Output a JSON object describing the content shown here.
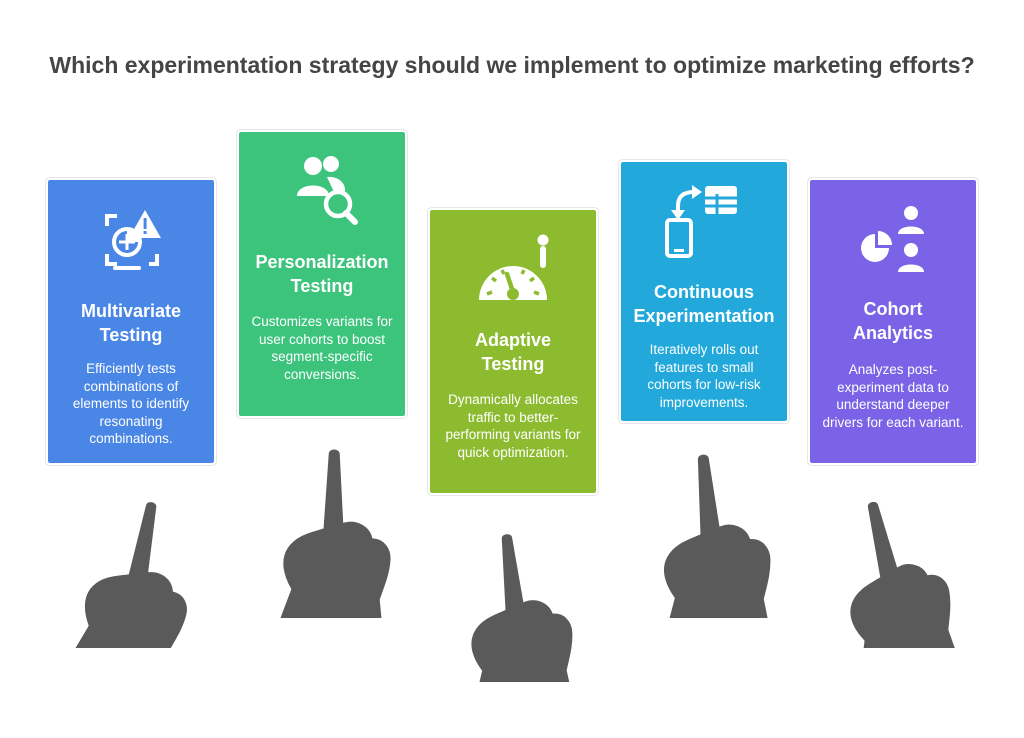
{
  "title": "Which experimentation strategy should we implement to optimize marketing efforts?",
  "colors": {
    "multivariate": "#4a86e5",
    "personalization": "#3cc47d",
    "adaptive": "#8dbb30",
    "continuous": "#22a8db",
    "cohort": "#7a63e6",
    "hand": "#5a5a5a"
  },
  "cards": [
    {
      "title_line1": "Multivariate",
      "title_line2": "Testing",
      "description": "Efficiently tests combinations of elements to identify resonating combinations.",
      "icon": "target-warning-icon"
    },
    {
      "title_line1": "Personalization",
      "title_line2": "Testing",
      "description": "Customizes variants for user cohorts to boost segment-specific conversions.",
      "icon": "users-search-icon"
    },
    {
      "title_line1": "Adaptive",
      "title_line2": "Testing",
      "description": "Dynamically allocates traffic to better-performing variants for quick optimization.",
      "icon": "gauge-icon"
    },
    {
      "title_line1": "Continuous",
      "title_line2": "Experimentation",
      "description": "Iteratively rolls out features to small cohorts for low-risk improvements.",
      "icon": "mobile-table-icon"
    },
    {
      "title_line1": "Cohort",
      "title_line2": "Analytics",
      "description": "Analyzes post-experiment data to understand deeper drivers for each variant.",
      "icon": "pie-users-icon"
    }
  ]
}
